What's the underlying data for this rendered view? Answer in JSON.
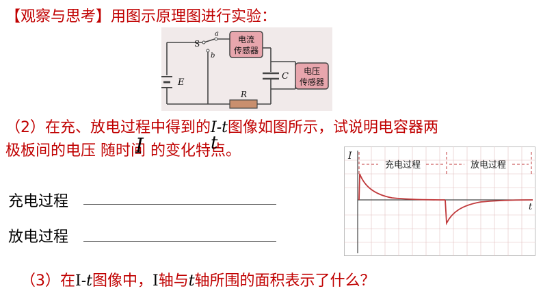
{
  "title": "【观察与思考】用图示原理图进行实验：",
  "circuit": {
    "switch_label": "S",
    "terminal_a": "a",
    "terminal_b": "b",
    "emf_label": "E",
    "capacitor_label": "C",
    "resistor_label": "R",
    "current_sensor": [
      "电流",
      "传感器"
    ],
    "voltage_sensor": [
      "电压",
      "传感器"
    ],
    "colors": {
      "wire": "#444444",
      "sensor_fill": "#e8a6ad",
      "resistor_fill": "#c98f6e",
      "background": "#f1eaea"
    }
  },
  "question2": {
    "prefix": "（2）在充、放电过程中得到的",
    "math": "I-t",
    "suffix": "图像如图所示，试说明电容器两",
    "line2": "极板间的电压  随时间  的变化特点。",
    "overlay_u": "I",
    "overlay_t": "t"
  },
  "fill": {
    "charge_label": "充电过程",
    "discharge_label": "放电过程"
  },
  "graph": {
    "y_axis": "I",
    "x_axis": "t",
    "charging_label": "充电过程",
    "discharging_label": "放电过程",
    "colors": {
      "curve": "#c0393b",
      "grid": "#e2bfbf",
      "axis": "#444444"
    }
  },
  "question3": {
    "prefix": "（3）在",
    "math1": "I-",
    "math1t": "t",
    "mid1": "图像中，",
    "math2": "I",
    "mid2": "轴与",
    "math3": "t",
    "suffix": "轴所围的面积表示了什么？"
  },
  "colors": {
    "accent": "#c00000",
    "text": "#000000"
  }
}
